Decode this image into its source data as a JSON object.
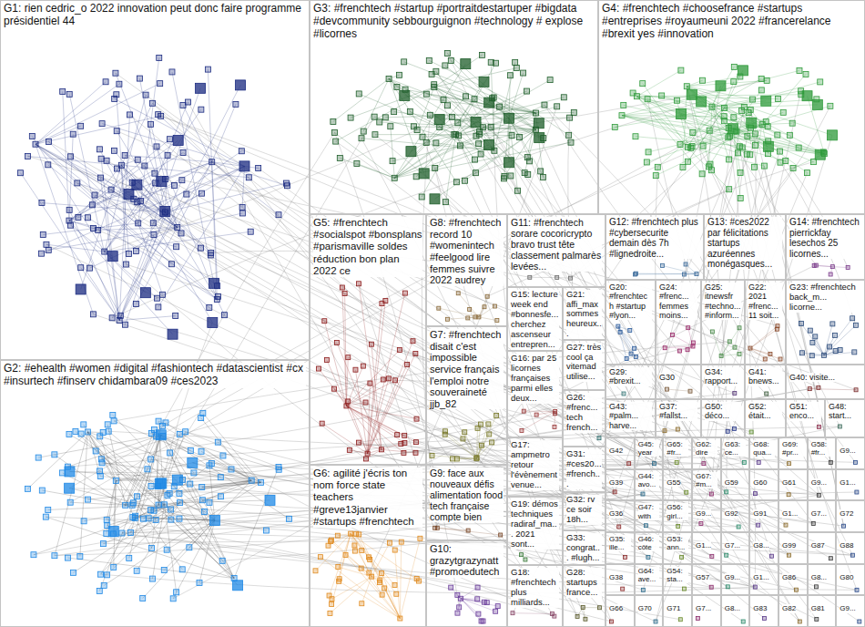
{
  "diagram": {
    "nodes": [
      {
        "text": [
          "G1: rien cedric_o 2022 innovation peut donc faire programme présidentiel 44"
        ]
      },
      {
        "text": [
          "G3: #frenchtech #startup #portraitdestartuper #bigdata #devcommunity sebbourguignon #technology # explose #licornes"
        ]
      },
      {
        "text": [
          "G4: #frenchtech #choosefrance #startups #entreprises #royaumeuni 2022 #francerelance #brexit yes #innovation"
        ]
      },
      {
        "text": [
          "G5: #frenchtech #socialspot #bonsplans #parismaville soldes réduction bon plan 2022 ce"
        ]
      },
      {
        "text": [
          "G8: #frenchtech record 10 #womenintech #feelgood lire femmes suivre 2022 audrey"
        ]
      },
      {
        "text": [
          "G11: #frenchtech sorare cocoricrypto bravo trust tête classement palmarès levées..."
        ]
      },
      {
        "text": [
          "G12: #frenchtech plus #cybersecurite demain dès 7h #lignedroite..."
        ]
      },
      {
        "text": [
          "G13: #ces2022 par félicitations startups azuréennes monégasques..."
        ]
      },
      {
        "text": [
          "G14: #frenchtech pierrickfay lesechos 25 licornes..."
        ]
      },
      {
        "text": [
          "G7: #frenchtech disait c'est impossible service français l'emploi notre souveraineté jjb_82"
        ]
      },
      {
        "text": [
          "G15: lecture week end #bonnesfe... cherchez ascenseur entrepren..."
        ]
      },
      {
        "text": [
          "G21: affi_max sommes heureux..."
        ]
      },
      {
        "text": [
          "G20: #frenchtech #startup #lyon..."
        ]
      },
      {
        "text": [
          "G24: #frenc... femmes moins..."
        ]
      },
      {
        "text": [
          "G25: itnewsfr #techno... #inform..."
        ]
      },
      {
        "text": [
          "G22: 2021 #frenc... 11 soit..."
        ]
      },
      {
        "text": [
          "G23: #frenchtech back_m... licorne..."
        ]
      },
      {
        "text": [
          "G27: très cool ça vitemad utilise..."
        ]
      },
      {
        "text": [
          "G16: par 25 licornes françaises parmi elles deux..."
        ]
      },
      {
        "text": [
          "G29: #brexit..."
        ]
      },
      {
        "text": [
          "G30"
        ]
      },
      {
        "text": [
          "G34: rapport..."
        ]
      },
      {
        "text": [
          "G41: bnews..."
        ]
      },
      {
        "text": [
          "G40: visite..."
        ]
      },
      {
        "text": [
          "G26: #frenc... tech french..."
        ]
      },
      {
        "text": [
          "G43: #palm... harve..."
        ]
      },
      {
        "text": [
          "G37: #fallst..."
        ]
      },
      {
        "text": [
          "G50: déco..."
        ]
      },
      {
        "text": [
          "G52: était..."
        ]
      },
      {
        "text": [
          "G51: enco..."
        ]
      },
      {
        "text": [
          "G48: start..."
        ]
      },
      {
        "text": [
          "G17: ampmetro retour l'évènement venue..."
        ]
      },
      {
        "text": [
          "G31: #ces20... #french..."
        ]
      },
      {
        "text": [
          "G19: démos techniques radiraf_ma... 2021 sont..."
        ]
      },
      {
        "text": [
          "G32: rv ce soir 18h..."
        ]
      },
      {
        "text": [
          "G33: congrat... #lugh..."
        ]
      },
      {
        "text": [
          "G18: #frenchtech plus milliards..."
        ]
      },
      {
        "text": [
          "G28: startups france..."
        ]
      },
      {
        "text": [
          "G2: #ehealth #women #digital #fashiontech #datascientist #cx #insurtech #finserv chidambara09 #ces2023"
        ]
      },
      {
        "text": [
          "G6: agilité j'écris ton nom force state teachers #greve13janvier #startups #frenchtech"
        ]
      },
      {
        "text": [
          "G9: face aux nouveaux défis alimentation food tech française compte bien"
        ]
      },
      {
        "text": [
          "G10: grazytgrazynatt #promoedutech"
        ]
      },
      {
        "text": [
          "G42"
        ]
      },
      {
        "text": [
          "G45: year"
        ]
      },
      {
        "text": [
          "G65: #fr..."
        ]
      },
      {
        "text": [
          "G62: dire"
        ]
      },
      {
        "text": [
          "G63: ce..."
        ]
      },
      {
        "text": [
          "G68: qua..."
        ]
      },
      {
        "text": [
          "G69: #pr..."
        ]
      },
      {
        "text": [
          "G58: #fr..."
        ]
      },
      {
        "text": [
          "G9..."
        ]
      },
      {
        "text": [
          "G39"
        ]
      },
      {
        "text": [
          "G44: avo..."
        ]
      },
      {
        "text": [
          "G55"
        ]
      },
      {
        "text": [
          "G67: #m..."
        ]
      },
      {
        "text": [
          "G59"
        ]
      },
      {
        "text": [
          "G60"
        ]
      },
      {
        "text": [
          "G61"
        ]
      },
      {
        "text": [
          "G9..."
        ]
      },
      {
        "text": [
          "G1..."
        ]
      },
      {
        "text": [
          "G36"
        ]
      },
      {
        "text": [
          "G47: with"
        ]
      },
      {
        "text": [
          "G56: girl..."
        ]
      },
      {
        "text": [
          "G9..."
        ]
      },
      {
        "text": [
          "G92"
        ]
      },
      {
        "text": [
          "G91"
        ]
      },
      {
        "text": [
          "G1..."
        ]
      },
      {
        "text": [
          "G7..."
        ]
      },
      {
        "text": [
          "G72"
        ]
      },
      {
        "text": [
          "G35: ille..."
        ]
      },
      {
        "text": [
          "G46: côte"
        ]
      },
      {
        "text": [
          "G53: ann..."
        ]
      },
      {
        "text": [
          "G1..."
        ]
      },
      {
        "text": [
          "G7..."
        ]
      },
      {
        "text": [
          "G8..."
        ]
      },
      {
        "text": [
          "G99"
        ]
      },
      {
        "text": [
          "G87"
        ]
      },
      {
        "text": [
          "G88"
        ]
      },
      {
        "text": [
          "G38"
        ]
      },
      {
        "text": [
          "G64: ave..."
        ]
      },
      {
        "text": [
          "G54: sta..."
        ]
      },
      {
        "text": [
          "G57"
        ]
      },
      {
        "text": [
          "G9..."
        ]
      },
      {
        "text": [
          "G1..."
        ]
      },
      {
        "text": [
          "G86"
        ]
      },
      {
        "text": [
          "G8..."
        ]
      },
      {
        "text": [
          "G80"
        ]
      },
      {
        "text": [
          "G66"
        ]
      },
      {
        "text": [
          "G70"
        ]
      },
      {
        "text": [
          "G71"
        ]
      },
      {
        "text": [
          "G7..."
        ]
      },
      {
        "text": [
          "G8..."
        ]
      },
      {
        "text": [
          "G83"
        ]
      },
      {
        "text": [
          "G82"
        ]
      },
      {
        "text": [
          "G81"
        ]
      },
      {
        "text": [
          "G9..."
        ]
      }
    ]
  }
}
